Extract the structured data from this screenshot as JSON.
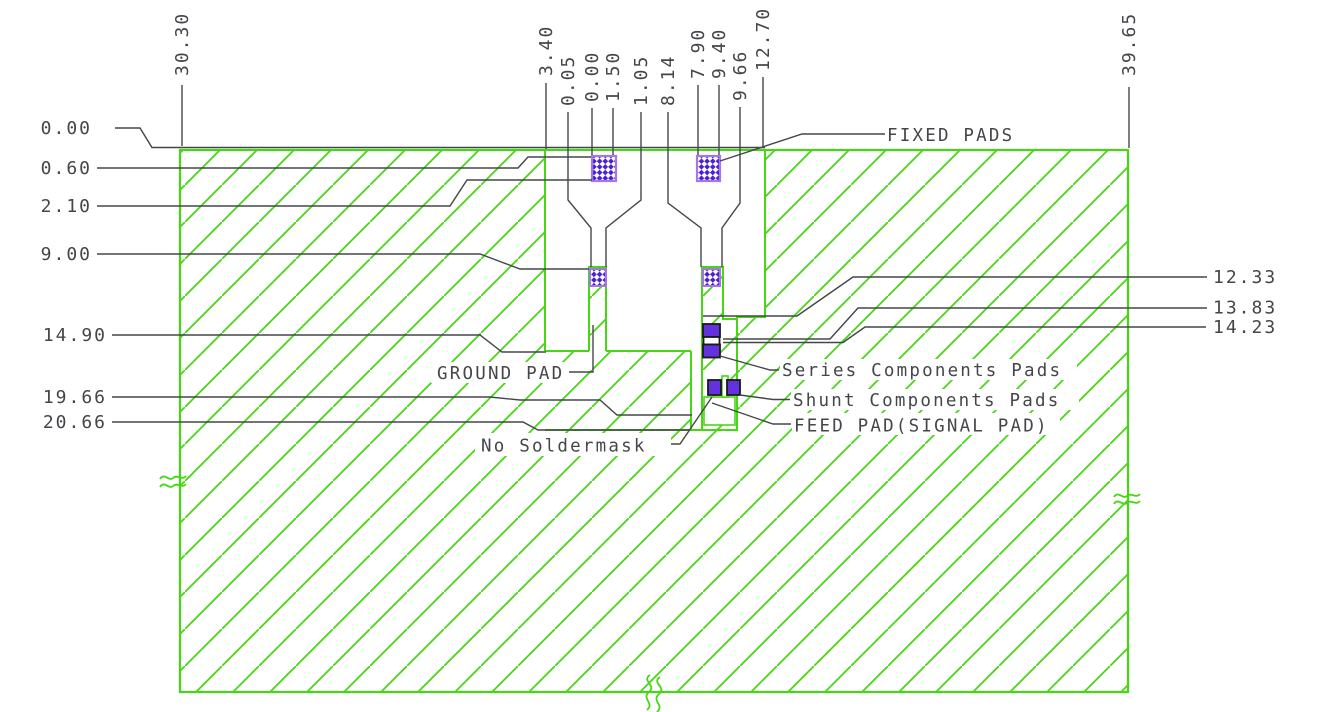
{
  "drawing": {
    "type": "pcb-component-pad-layout-dimension-drawing",
    "dims": {
      "top": [
        "30.30",
        "3.40",
        "0.05",
        "0.00",
        "1.50",
        "1.05",
        "8.14",
        "7.90",
        "9.40",
        "9.66",
        "12.70",
        "39.65"
      ],
      "left": [
        "0.00",
        "0.60",
        "2.10",
        "9.00",
        "14.90",
        "19.66",
        "20.66"
      ],
      "right": [
        "12.33",
        "13.83",
        "14.23"
      ]
    },
    "labels": {
      "fixed_pads": "FIXED PADS",
      "ground_pad": "GROUND PAD",
      "series_pads": "Series Components Pads",
      "shunt_pads": "Shunt Components Pads",
      "feed_pad": "FEED PAD(SIGNAL PAD)",
      "no_soldermask": "No Soldermask"
    },
    "colors": {
      "copper_green": "#46d714",
      "pad_solid_purple": "#6432dc",
      "pad_checker_purple": "#4a22d0",
      "pad_border_purple": "#a875e8",
      "dimension_gray": "#45464a"
    }
  }
}
